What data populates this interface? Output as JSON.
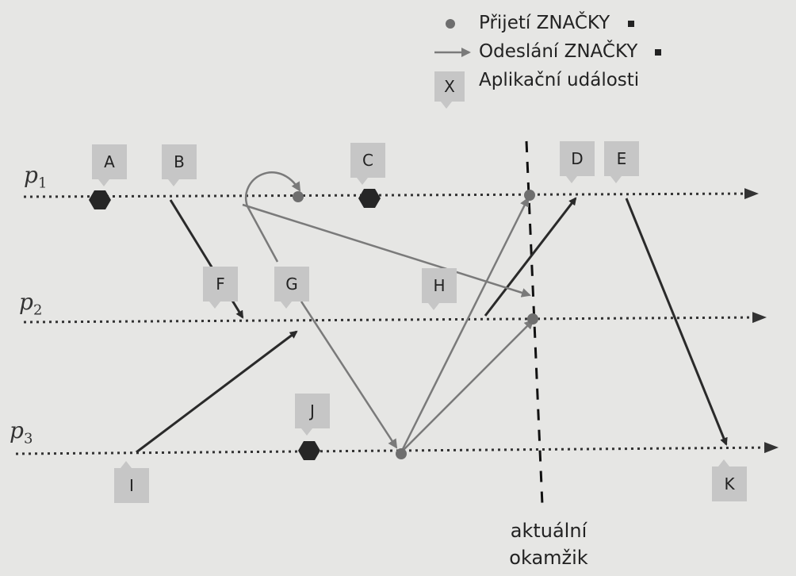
{
  "legend": {
    "receive": "Přijetí ZNAČKY",
    "send": "Odeslání ZNAČKY",
    "event_marker": "X",
    "event": "Aplikační události"
  },
  "processes": [
    {
      "name": "p",
      "sub": "1"
    },
    {
      "name": "p",
      "sub": "2"
    },
    {
      "name": "p",
      "sub": "3"
    }
  ],
  "events": {
    "A": "A",
    "B": "B",
    "C": "C",
    "D": "D",
    "E": "E",
    "F": "F",
    "G": "G",
    "H": "H",
    "I": "I",
    "J": "J",
    "K": "K"
  },
  "current_moment": {
    "line1": "aktuální",
    "line2": "okamžik"
  },
  "colors": {
    "background": "#e6e6e4",
    "tag": "#c6c6c6",
    "hexagon": "#262626",
    "marker_dot": "#6e6e6e",
    "gray_arrow": "#7a7a7a",
    "dark_arrow": "#2a2a2a"
  }
}
